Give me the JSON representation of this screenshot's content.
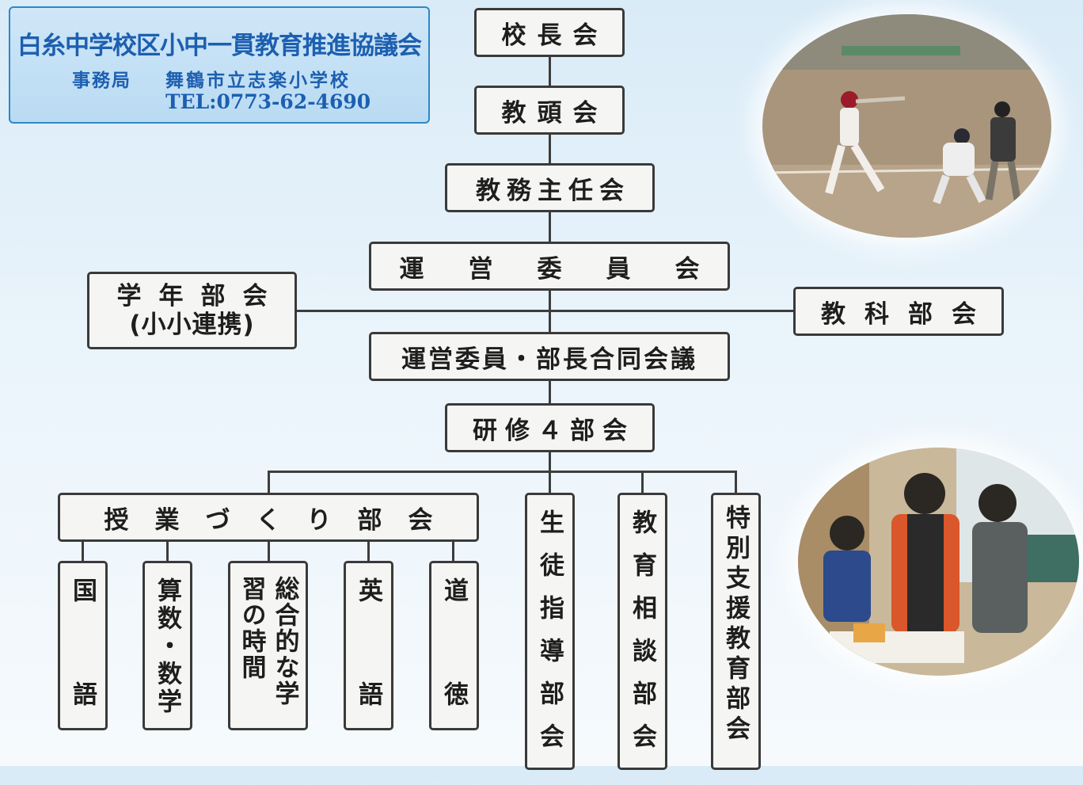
{
  "header": {
    "title": "白糸中学校区小中一貫教育推進協議会",
    "office_label": "事務局",
    "school": "舞鶴市立志楽小学校",
    "tel": "TEL:0773-62-4690"
  },
  "org": {
    "principals": "校長会",
    "vice_principals": "教頭会",
    "curriculum_chiefs": "教務主任会",
    "steering_committee": "運営委員会",
    "grade_meeting_line1": "学年部会",
    "grade_meeting_line2": "(小小連携)",
    "subject_meeting": "教科部会",
    "joint_meeting": "運営委員・部長合同会議",
    "research_meeting": "研修４部会",
    "lesson_meeting": "授業づくり部会",
    "subjects": {
      "japanese": "国語",
      "math": "算数・数学",
      "integrated": "総合的な学習の時間",
      "english": "英語",
      "moral": "道徳"
    },
    "student_guidance": "生徒指導部会",
    "counseling": "教育相談部会",
    "special_support": "特別支援教育部会"
  },
  "photos": {
    "top": "baseball",
    "bottom": "classroom"
  },
  "colors": {
    "header_text": "#1d5fb0",
    "header_border": "#2f87c6",
    "box_border": "#3a3a3a"
  }
}
